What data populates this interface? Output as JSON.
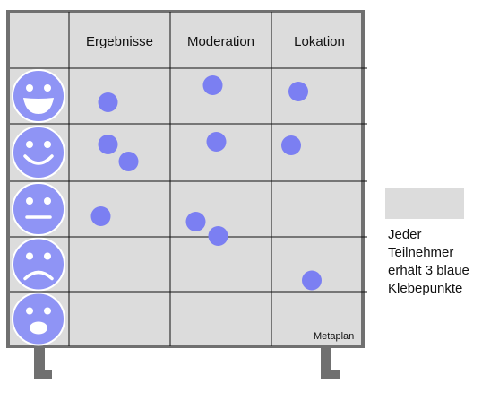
{
  "board": {
    "columns": [
      "Ergebnisse",
      "Moderation",
      "Lokation"
    ],
    "rows": [
      {
        "mood": "laughing-smiley-icon"
      },
      {
        "mood": "happy-smiley-icon"
      },
      {
        "mood": "neutral-smiley-icon"
      },
      {
        "mood": "sad-smiley-icon"
      },
      {
        "mood": "shocked-smiley-icon"
      }
    ],
    "label": "Metaplan"
  },
  "votes": [
    {
      "column": 0,
      "row": 0
    },
    {
      "column": 1,
      "row": 0
    },
    {
      "column": 2,
      "row": 0
    },
    {
      "column": 0,
      "row": 1
    },
    {
      "column": 0,
      "row": 1
    },
    {
      "column": 1,
      "row": 1
    },
    {
      "column": 2,
      "row": 1
    },
    {
      "column": 0,
      "row": 2
    },
    {
      "column": 1,
      "row": 2
    },
    {
      "column": 1,
      "row": 2
    },
    {
      "column": 2,
      "row": 3
    }
  ],
  "legend": {
    "dot_count": 3,
    "text_lines": [
      "Jeder",
      "Teilnehmer",
      "erhält  3 blaue",
      "Klebepunkte"
    ]
  },
  "colors": {
    "board_fill": "#dcdcdc",
    "frame": "#707070",
    "grid_line": "#111111",
    "dot_fill": "#7b7ff2",
    "smiley_fill": "#8f94f5",
    "smiley_stroke": "#ffffff"
  }
}
